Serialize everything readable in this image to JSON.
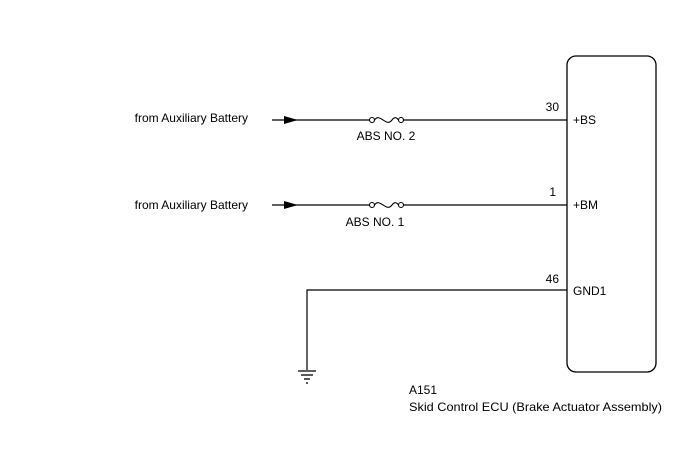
{
  "circuit_1": {
    "source_label": "from Auxiliary Battery",
    "fuse_label": "ABS NO. 2",
    "pin": "30",
    "terminal": "+BS"
  },
  "circuit_2": {
    "source_label": "from Auxiliary Battery",
    "fuse_label": "ABS NO. 1",
    "pin": "1",
    "terminal": "+BM"
  },
  "circuit_3": {
    "pin": "46",
    "terminal": "GND1"
  },
  "ecu": {
    "connector": "A151",
    "name": "Skid Control ECU (Brake Actuator Assembly)"
  },
  "colors": {
    "line": "#000000",
    "background": "#ffffff"
  }
}
